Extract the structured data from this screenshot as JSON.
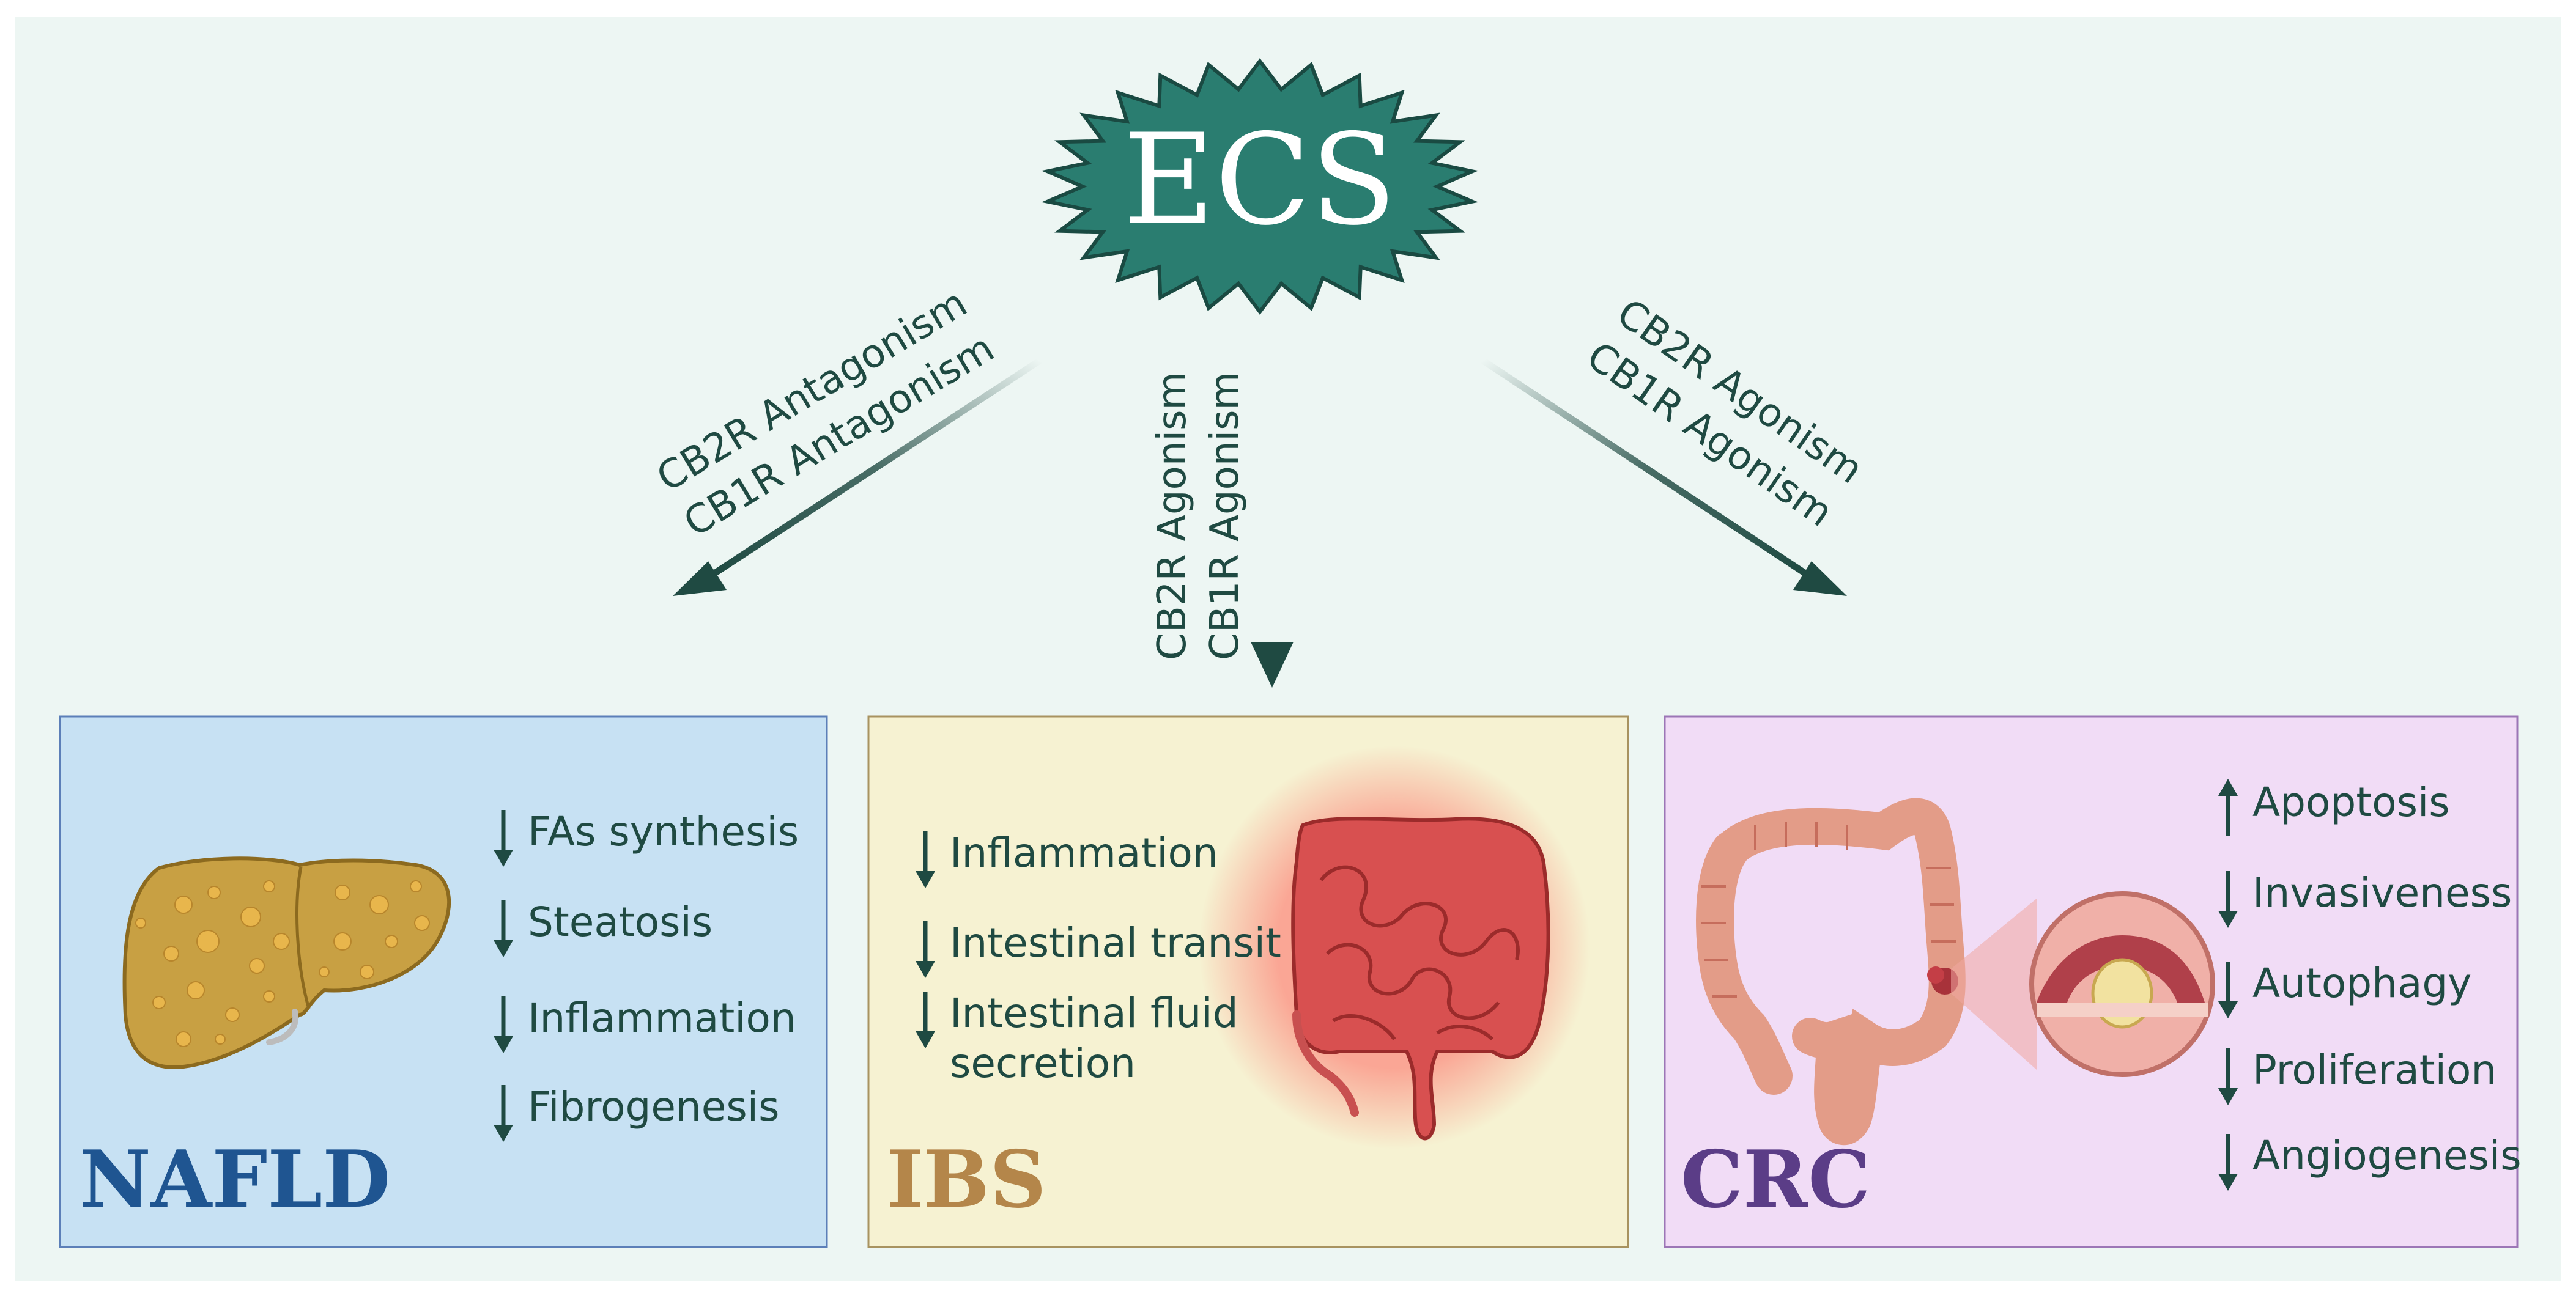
{
  "center": {
    "label": "ECS"
  },
  "arrows": {
    "left": {
      "line1": "CB2R Antagonism",
      "line2": "CB1R Antagonism"
    },
    "middle": {
      "line1": "CB2R Agonism",
      "line2": "CB1R Agonism"
    },
    "right": {
      "line1": "CB2R Agonism",
      "line2": "CB1R Agonism"
    }
  },
  "boxes": {
    "nafld": {
      "title": "NAFLD",
      "items": [
        {
          "direction": "down",
          "text": "FAs synthesis"
        },
        {
          "direction": "down",
          "text": "Steatosis"
        },
        {
          "direction": "down",
          "text": "Inflammation"
        },
        {
          "direction": "down",
          "text": "Fibrogenesis"
        }
      ]
    },
    "ibs": {
      "title": "IBS",
      "items": [
        {
          "direction": "down",
          "text": "Inflammation"
        },
        {
          "direction": "down",
          "text": "Intestinal transit"
        },
        {
          "direction": "down",
          "text": "Intestinal fluid",
          "text2": "secretion"
        }
      ]
    },
    "crc": {
      "title": "CRC",
      "items": [
        {
          "direction": "up",
          "text": "Apoptosis"
        },
        {
          "direction": "down",
          "text": "Invasiveness"
        },
        {
          "direction": "down",
          "text": "Autophagy"
        },
        {
          "direction": "down",
          "text": "Proliferation"
        },
        {
          "direction": "down",
          "text": "Angiogenesis"
        }
      ]
    }
  },
  "colors": {
    "background": "#edf6f3",
    "ecs_fill": "#2a7d70",
    "ecs_stroke": "#1a4a42",
    "arrow": "#1f4a42",
    "nafld_fill": "#c7e1f3",
    "nafld_border": "#5c7fb8",
    "nafld_title": "#1f5591",
    "ibs_fill": "#f6f2d2",
    "ibs_border": "#a89360",
    "ibs_title": "#b4864a",
    "crc_fill": "#f1dcf6",
    "crc_border": "#9c76b6",
    "crc_title": "#5b3d87"
  }
}
